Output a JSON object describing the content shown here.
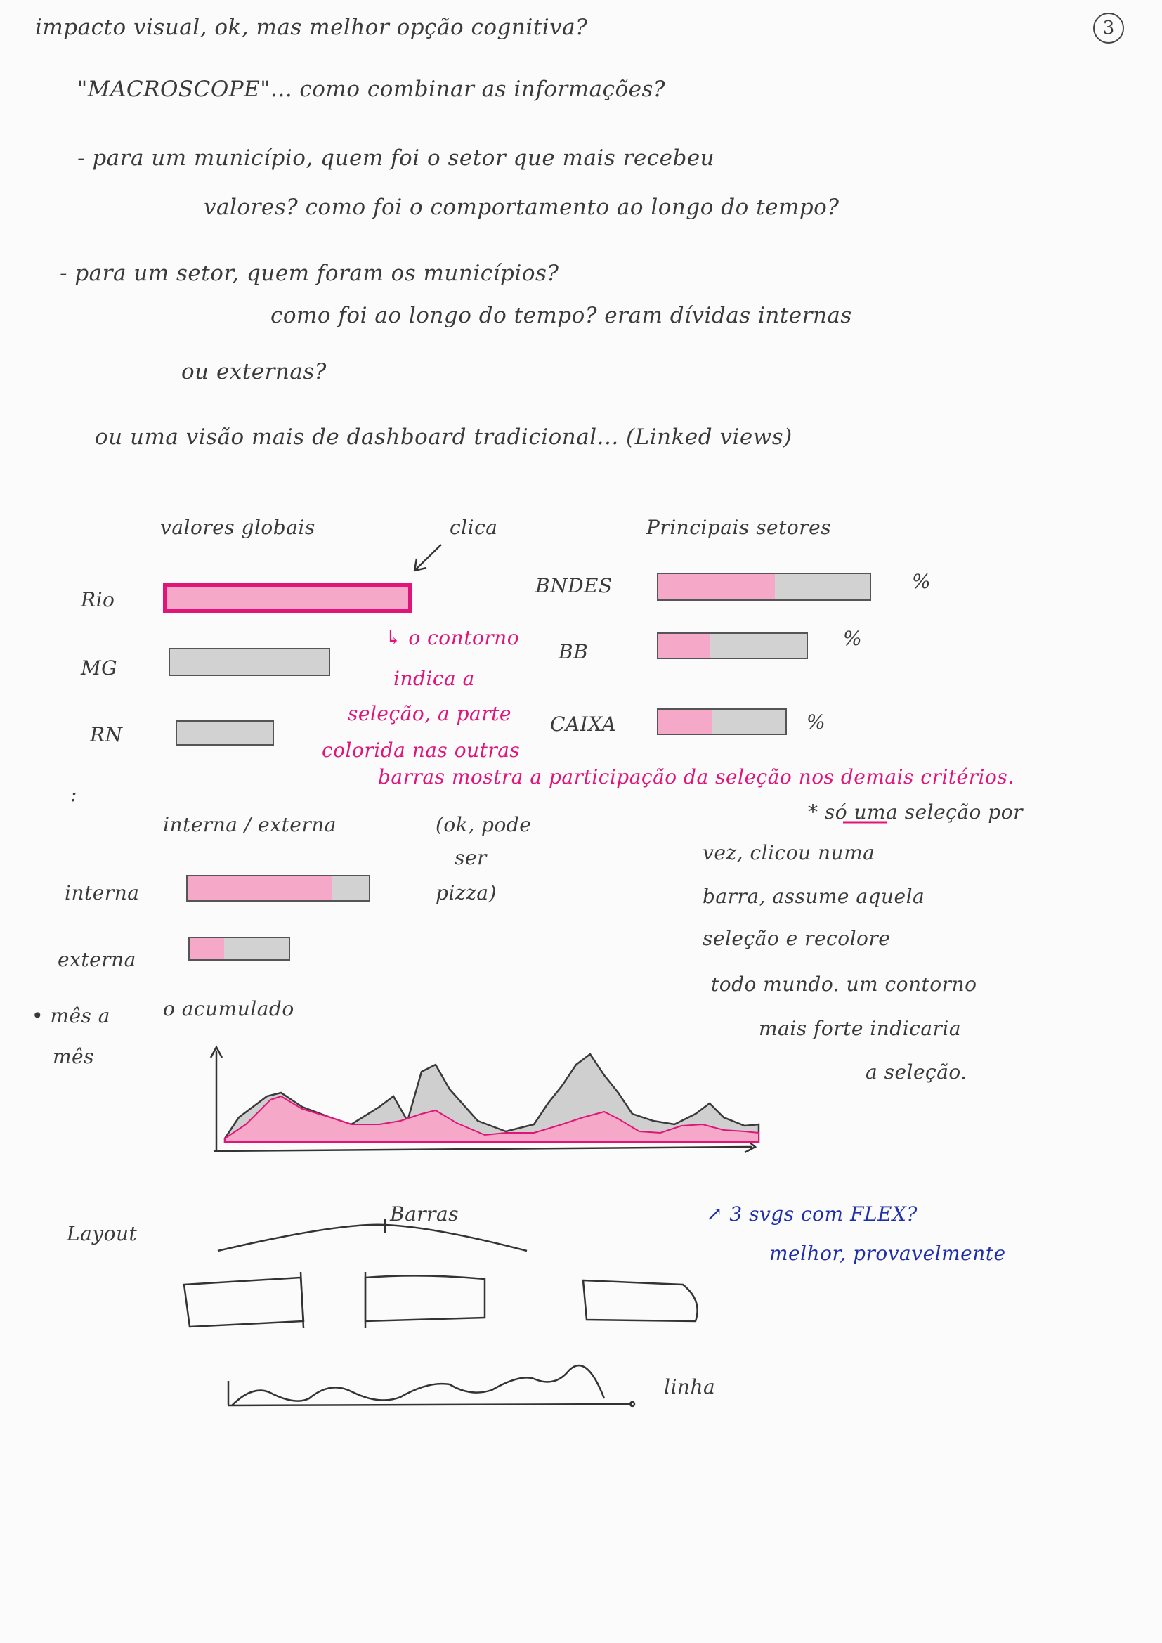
{
  "page_number": "3",
  "notes": {
    "line1": "impacto visual, ok, mas melhor opção cognitiva?",
    "line2": "\"MACROSCOPE\"... como combinar as informações?",
    "line3": "- para um município, quem foi o setor que mais recebeu",
    "line4": "valores? como foi o comportamento ao longo do tempo?",
    "line5": "- para um setor, quem foram os municípios?",
    "line6": "como foi ao longo do tempo? eram dívidas internas",
    "line7": "ou externas?",
    "line8": "ou uma visão mais de dashboard tradicional... (Linked views)"
  },
  "sketch": {
    "global_values_label": "valores globais",
    "click_label": "clica",
    "main_sectors_label": "Principais setores",
    "rows_left": [
      "Rio",
      "MG",
      "RN"
    ],
    "rows_right": [
      "BNDES",
      "BB",
      "CAIXA"
    ],
    "percent": "%",
    "pink_note_line1": "↳ o contorno",
    "pink_note_line2": "indica a",
    "pink_note_line3": "seleção, a parte",
    "pink_note_line4": "colorida nas outras",
    "pink_note_line5": "barras mostra a participação da seleção nos demais critérios.",
    "ellipsis": ":",
    "internal_external_label": "interna / externa",
    "pizza_note_line1": "(ok, pode",
    "pizza_note_line2": "ser",
    "pizza_note_line3": "pizza)",
    "interna": "interna",
    "externa": "externa",
    "side_note_line1": "* só uma seleção por",
    "side_note_line2": "vez, clicou numa",
    "side_note_line3": "barra, assume aquela",
    "side_note_line4": "seleção e recolore",
    "side_note_line5": "todo mundo. um contorno",
    "side_note_line6": "mais forte indicaria",
    "side_note_line7": "a seleção.",
    "month_toggle_line1": "• mês a",
    "month_toggle_line2": "mês",
    "accumulated_label": "o acumulado"
  },
  "layout": {
    "title": "Layout",
    "bars_label": "Barras",
    "line_label": "linha",
    "blue_note_line1": "↗ 3 svgs com FLEX?",
    "blue_note_line2": "melhor, provavelmente"
  },
  "bars": {
    "left_selection_fill": 1.0,
    "bndes_fill": 0.55,
    "bb_fill": 0.35,
    "caixa_fill": 0.42,
    "interna_fill": 0.8,
    "externa_fill": 0.35
  },
  "colors": {
    "pink": "#e0157a",
    "pink_fill": "#f6a8c8",
    "grey_fill": "#d2d2d2",
    "blue": "#1f2fa8",
    "pencil": "#3a3a3a"
  }
}
